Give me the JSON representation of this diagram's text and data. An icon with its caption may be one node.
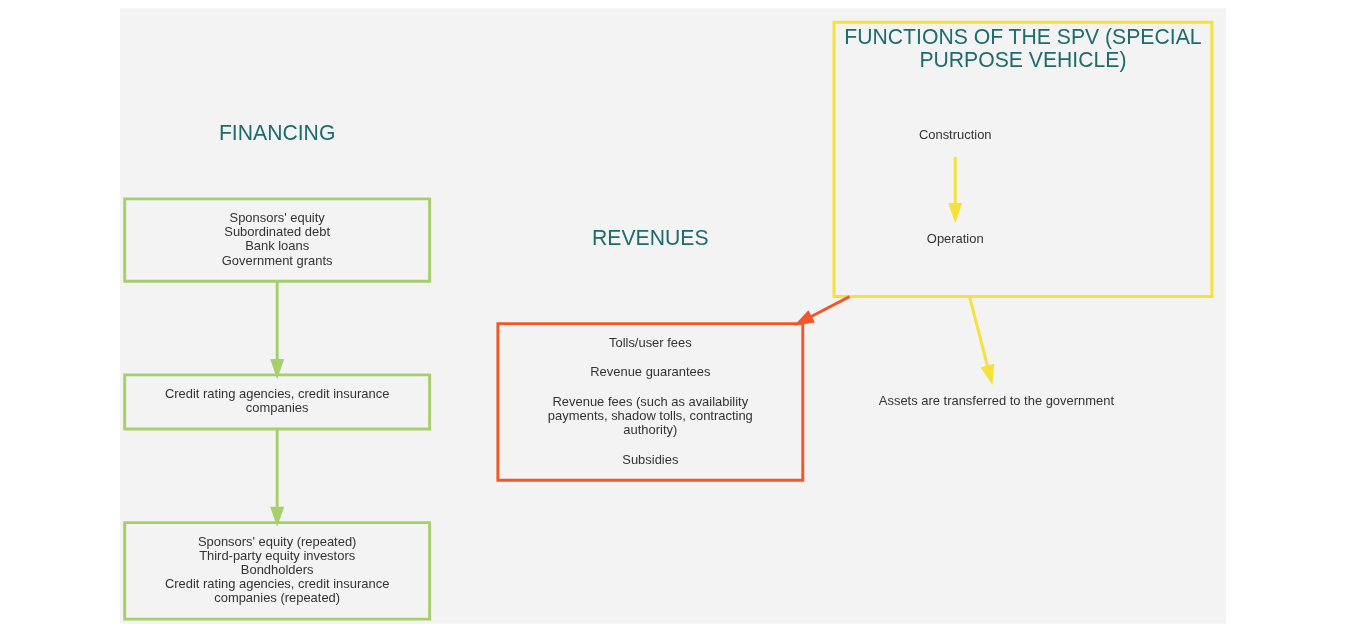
{
  "diagram": {
    "nodes": [
      {
        "text": [
          "Sponsors' equity",
          "Subordinated debt",
          "Bank loans",
          "Government grants"
        ]
      },
      {
        "text": [
          "Credit rating agencies, credit insurance companies"
        ]
      },
      {
        "text": [
          "Sponsors' equity (repeated)",
          "Third-party equity investors",
          "Bondholders",
          "Credit rating agencies, credit insurance companies (repeated)"
        ]
      },
      {
        "text": [
          "FUNCTIONS OF THE SPV (SPECIAL PURPOSE VEHICLE)"
        ]
      },
      {
        "text": [
          "Construction"
        ],
        "in": 3
      },
      {
        "text": [
          "Operation"
        ],
        "in": 3
      },
      {
        "text": [
          "Tolls/user fees",
          "Revenue guarantees",
          "Revenue fees (such as availability payments, shadow tolls, contracting authority)",
          "Subsidies"
        ]
      },
      {
        "text": [
          "Assets are transferred to the government"
        ]
      }
    ],
    "edges": [
      {
        "from": 0,
        "to": 1,
        "arrow": "to",
        "color": "#a5cf6b"
      },
      {
        "from": 1,
        "to": 2,
        "arrow": "to",
        "color": "#a5cf6b"
      },
      {
        "from": 4,
        "to": 5,
        "arrow": "to",
        "color": "#f5e03c"
      },
      {
        "from": 3,
        "to": 6,
        "arrow": "to",
        "color": "#f0582a"
      },
      {
        "from": 3,
        "to": 7,
        "arrow": "to",
        "color": "#f5e03c"
      }
    ],
    "labels": [
      "FINANCING",
      "REVENUES"
    ]
  }
}
